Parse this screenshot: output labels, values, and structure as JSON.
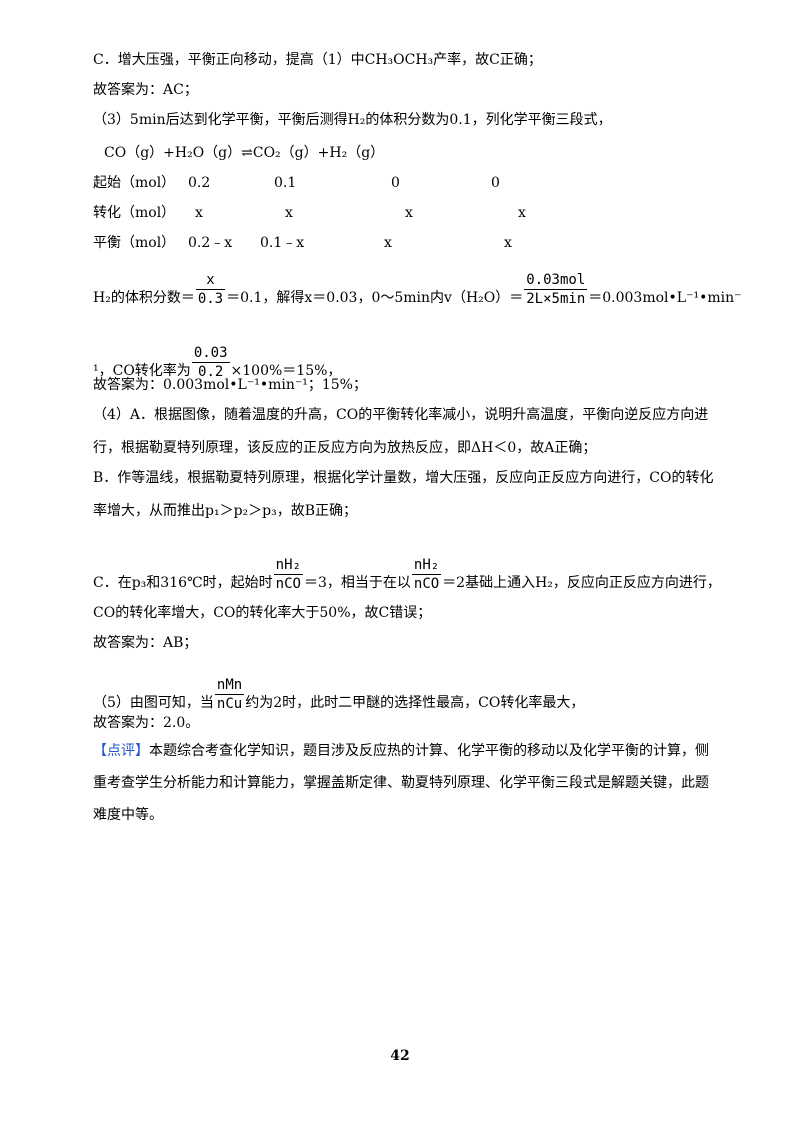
{
  "lines": {
    "c_item": "C．增大压强，平衡正向移动，提高（1）中CH₃OCH₃产率，故C正确；",
    "ans1": "故答案为：AC；",
    "q3": "（3）5min后达到化学平衡，平衡后测得H₂的体积分数为0.1，列化学平衡三段式，",
    "equation": "CO（g）+H₂O（g）⇌CO₂（g）+H₂（g）",
    "ans2": "故答案为：0.003mol•L⁻¹•min⁻¹；15%；",
    "q4a_1": "（4）A．根据图像，随着温度的升高，CO的平衡转化率减小，说明升高温度，平衡向逆反应方向进",
    "q4a_2": "行，根据勒夏特列原理，该反应的正反应方向为放热反应，即ΔH＜0，故A正确；",
    "q4b_1": "B．作等温线，根据勒夏特列原理，根据化学计量数，增大压强，反应向正反应方向进行，CO的转化",
    "q4b_2": "率增大，从而推出p₁＞p₂＞p₃，故B正确；",
    "q4c_2": "CO的转化率增大，CO的转化率大于50%，故C错误；",
    "ans3": "故答案为：AB；",
    "ans4": "故答案为：2.0。",
    "comment_tag": "【点评】",
    "comment_1": "本题综合考查化学知识，题目涉及反应热的计算、化学平衡的移动以及化学平衡的计算，侧",
    "comment_2": "重考查学生分析能力和计算能力，掌握盖斯定律、勒夏特列原理、化学平衡三段式是解题关键，此题",
    "comment_3": "难度中等。"
  },
  "table": {
    "rows": [
      {
        "label": "起始（mol）",
        "cells": [
          "0.2",
          "0.1",
          "0",
          "0"
        ]
      },
      {
        "label": "转化（mol）",
        "cells": [
          "x",
          "x",
          "x",
          "x"
        ]
      },
      {
        "label": "平衡（mol）",
        "cells": [
          "0.2﹣x",
          "0.1﹣x",
          "x",
          "x"
        ]
      }
    ]
  },
  "h2_line": {
    "prefix": "H₂的体积分数＝",
    "frac1_num": "x",
    "frac1_den": "0.3",
    "mid": "＝0.1，解得x＝0.03，0～5min内v（H₂O）＝",
    "frac2_num": "0.03mol",
    "frac2_den": "2L×5min",
    "suffix": "＝0.003mol•L⁻¹•min⁻"
  },
  "conv_line": {
    "prefix": "¹，CO转化率为",
    "frac_num": "0.03",
    "frac_den": "0.2",
    "suffix": "×100%＝15%，"
  },
  "q4c_line": {
    "prefix": "C．在p₃和316℃时，起始时",
    "frac1_num": "nH₂",
    "frac1_den": "nCO",
    "mid": "＝3，相当于在以",
    "frac2_num": "nH₂",
    "frac2_den": "nCO",
    "suffix": "＝2基础上通入H₂，反应向正反应方向进行，"
  },
  "q5_line": {
    "prefix": "（5）由图可知，当",
    "frac_num": "nMn",
    "frac_den": "nCu",
    "suffix": "约为2时，此时二甲醚的选择性最高，CO转化率最大，"
  },
  "page_number": "42"
}
